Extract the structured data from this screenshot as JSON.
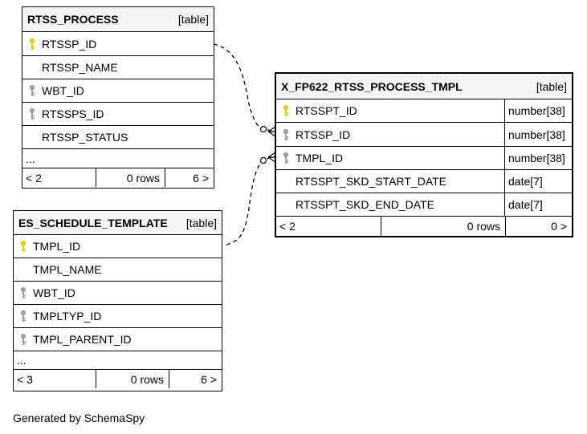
{
  "tables": {
    "rtss_process": {
      "name": "RTSS_PROCESS",
      "kind": "[table]",
      "columns": [
        {
          "name": "RTSSP_ID",
          "key": "primary-key-icon"
        },
        {
          "name": "RTSSP_NAME",
          "key": ""
        },
        {
          "name": "WBT_ID",
          "key": "foreign-key-icon"
        },
        {
          "name": "RTSSPS_ID",
          "key": "foreign-key-icon"
        },
        {
          "name": "RTSSP_STATUS",
          "key": ""
        }
      ],
      "more": "...",
      "footer": {
        "parents": "< 2",
        "rows": "0 rows",
        "children": "6 >"
      }
    },
    "es_schedule_template": {
      "name": "ES_SCHEDULE_TEMPLATE",
      "kind": "[table]",
      "columns": [
        {
          "name": "TMPL_ID",
          "key": "primary-key-icon"
        },
        {
          "name": "TMPL_NAME",
          "key": ""
        },
        {
          "name": "WBT_ID",
          "key": "foreign-key-icon"
        },
        {
          "name": "TMPLTYP_ID",
          "key": "foreign-key-icon"
        },
        {
          "name": "TMPL_PARENT_ID",
          "key": "foreign-key-icon"
        }
      ],
      "more": "...",
      "footer": {
        "parents": "< 3",
        "rows": "0 rows",
        "children": "6 >"
      }
    },
    "x_fp622": {
      "name": "X_FP622_RTSS_PROCESS_TMPL",
      "kind": "[table]",
      "columns": [
        {
          "name": "RTSSPT_ID",
          "key": "primary-key-icon",
          "type": "number[38]"
        },
        {
          "name": "RTSSP_ID",
          "key": "foreign-key-icon",
          "type": "number[38]"
        },
        {
          "name": "TMPL_ID",
          "key": "foreign-key-icon",
          "type": "number[38]"
        },
        {
          "name": "RTSSPT_SKD_START_DATE",
          "key": "",
          "type": "date[7]"
        },
        {
          "name": "RTSSPT_SKD_END_DATE",
          "key": "",
          "type": "date[7]"
        }
      ],
      "footer": {
        "parents": "< 2",
        "rows": "0 rows",
        "children": "0 >"
      }
    }
  },
  "credit": "Generated by SchemaSpy",
  "colors": {
    "primary_key": "#e8d000",
    "foreign_key": "#a0a0a0",
    "header_bg": "#f4f4f4"
  }
}
